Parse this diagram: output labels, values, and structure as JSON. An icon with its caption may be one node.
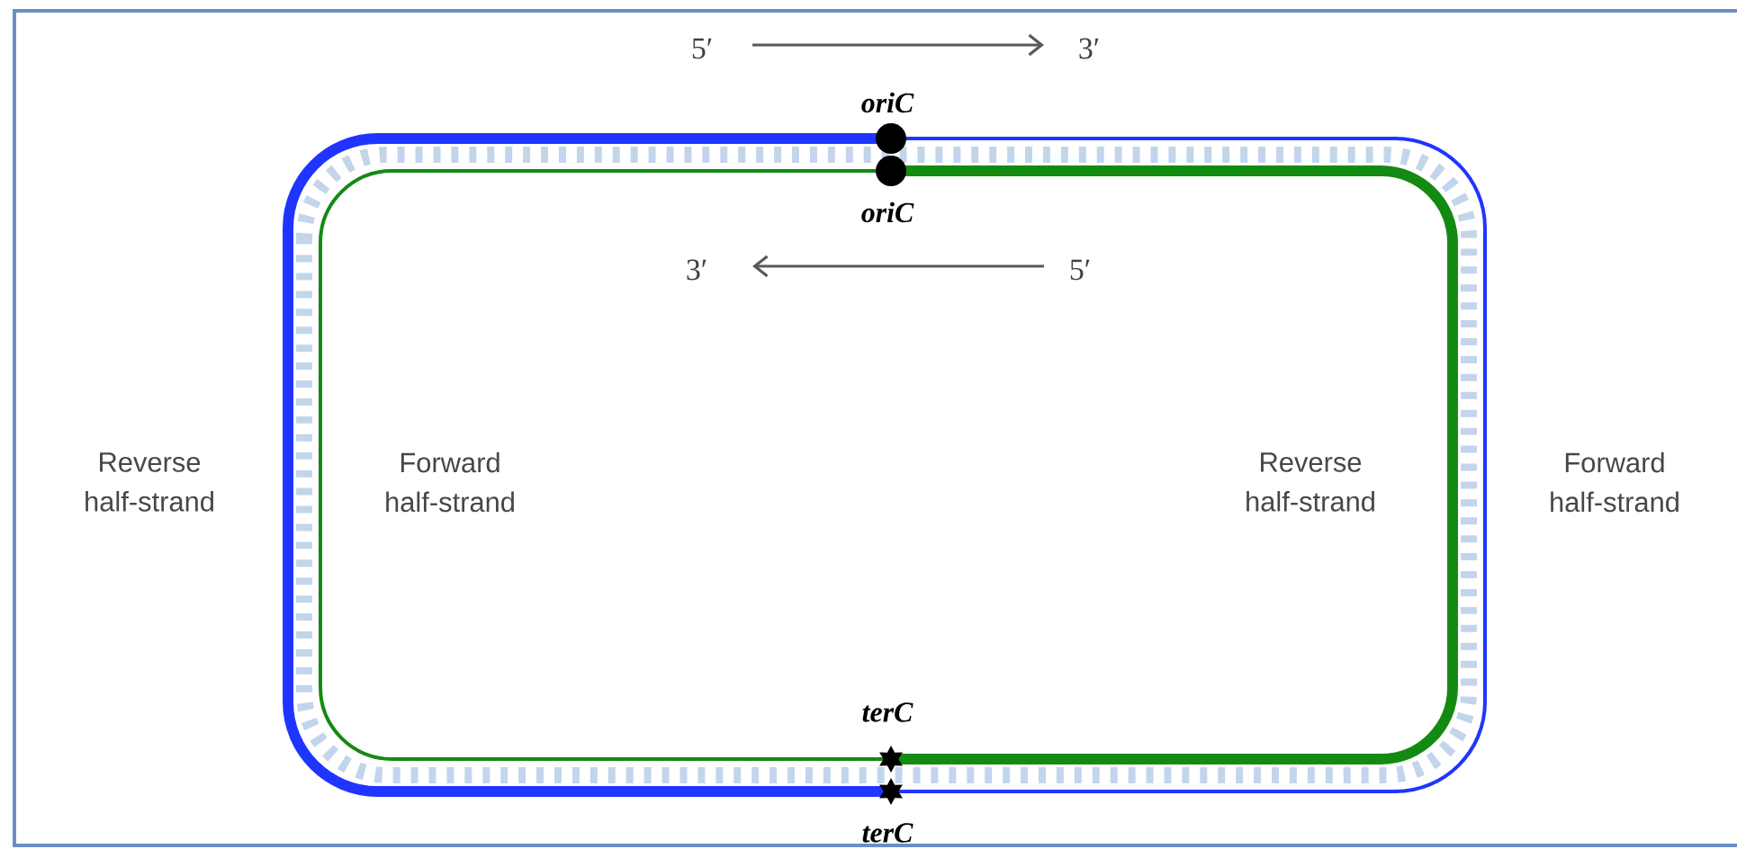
{
  "diagram": {
    "labels": [
      "5′",
      "3′",
      "oriC",
      "oriC",
      "3′",
      "5′",
      "Reverse half-strand",
      "Forward half-strand",
      "Reverse half-strand",
      "Forward half-strand",
      "terC",
      "terC"
    ]
  }
}
